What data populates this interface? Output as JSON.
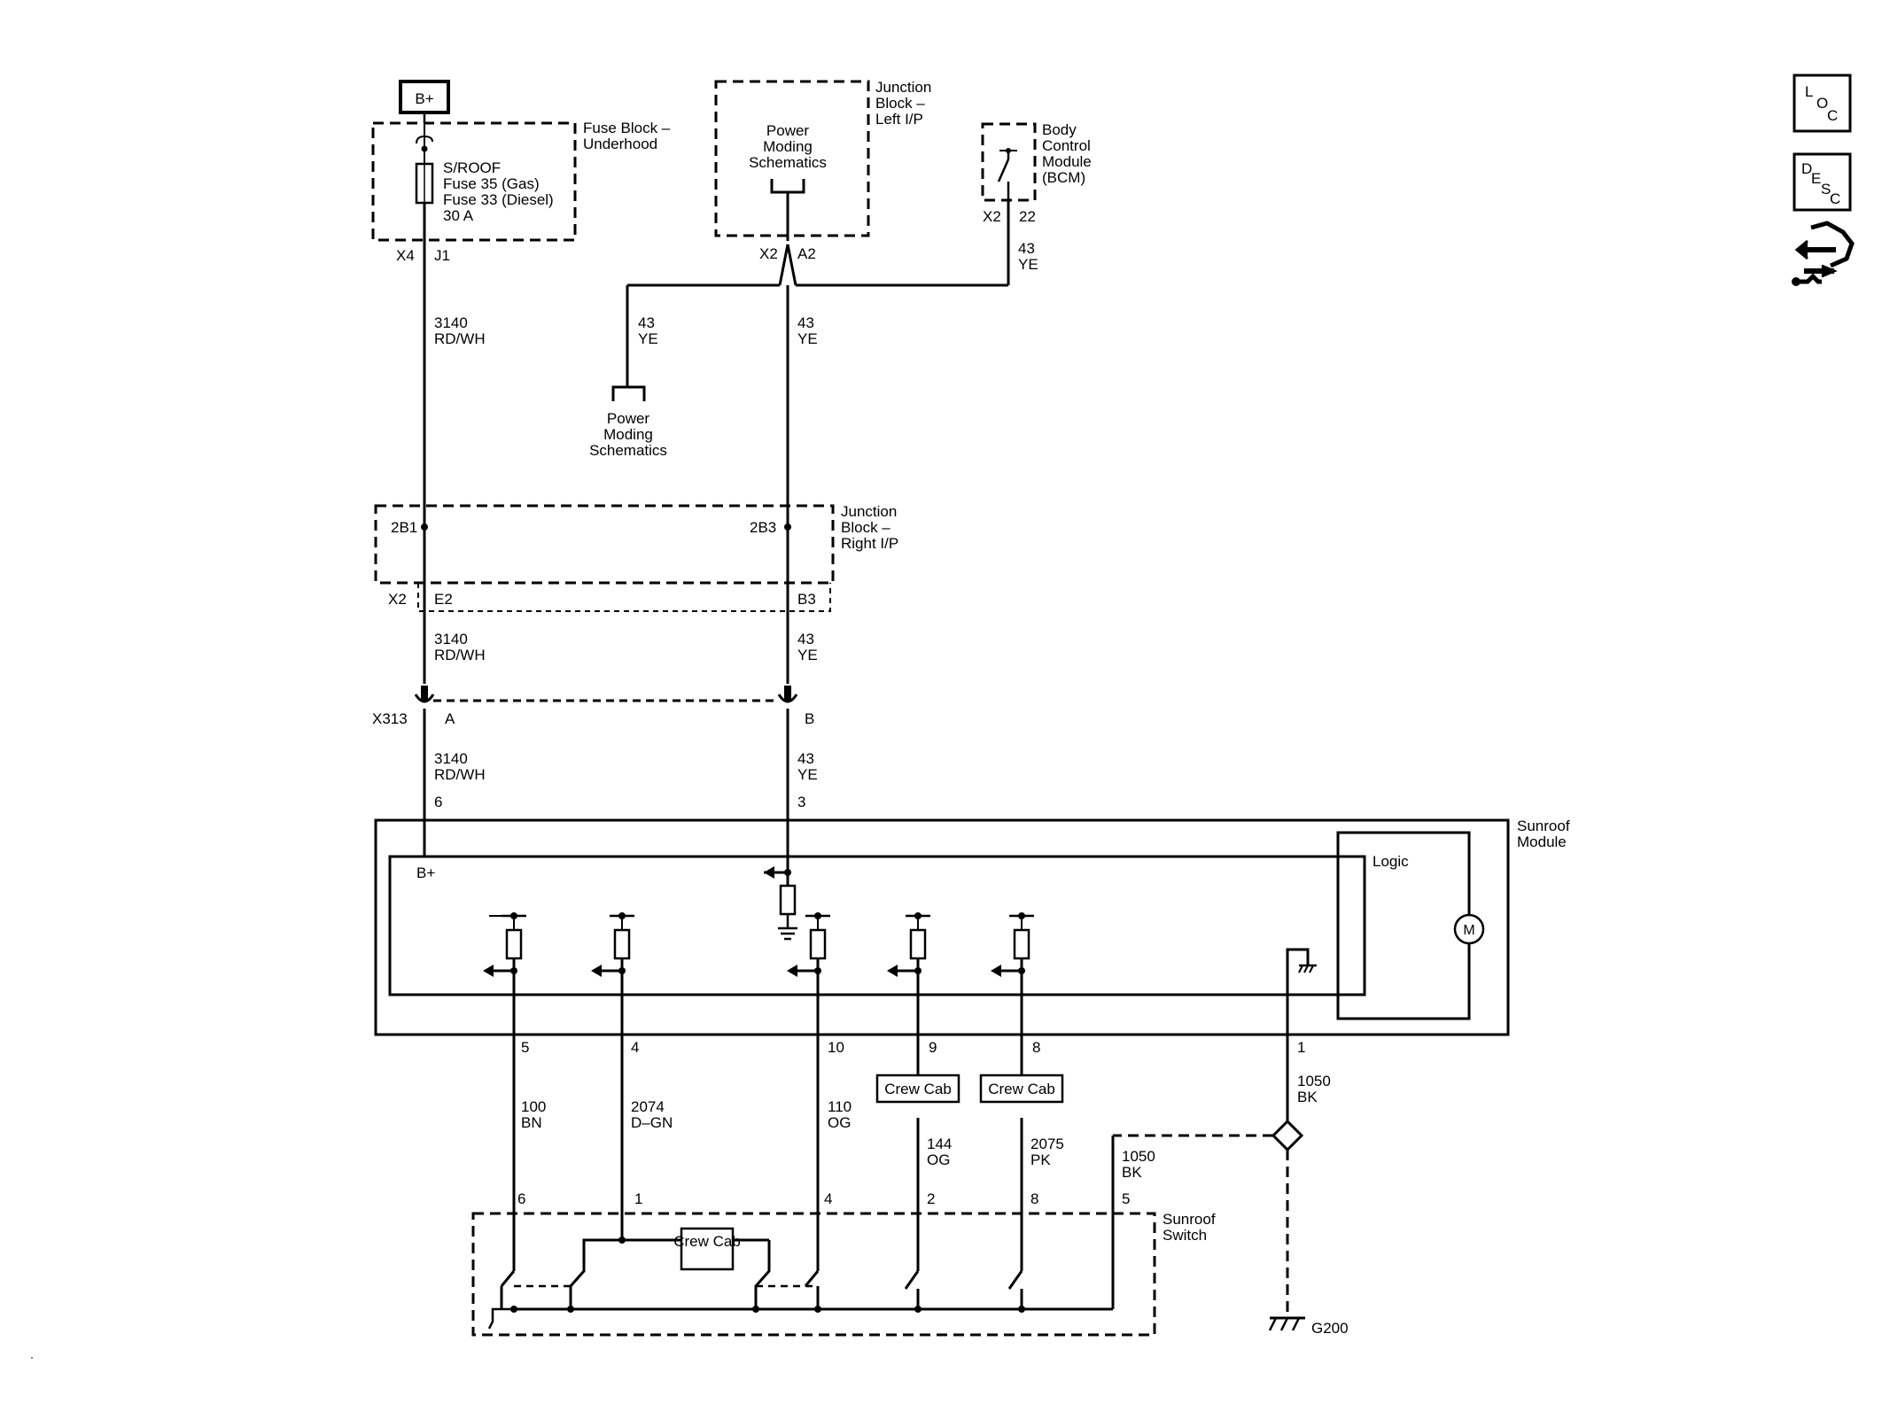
{
  "power": {
    "bplus": "B+"
  },
  "fuse_block": {
    "name": [
      "Fuse Block –",
      "Underhood"
    ],
    "fuse_text": [
      "S/ROOF",
      "Fuse 35 (Gas)",
      "Fuse 33 (Diesel)",
      "30 A"
    ],
    "conn": "X4",
    "pin": "J1"
  },
  "jb_left": {
    "name": [
      "Junction",
      "Block –",
      "Left I/P"
    ],
    "inner": [
      "Power",
      "Moding",
      "Schematics"
    ],
    "conn": "X2",
    "pin": "A2"
  },
  "bcm": {
    "name": [
      "Body",
      "Control",
      "Module",
      "(BCM)"
    ],
    "conn": "X2",
    "pin": "22"
  },
  "ref_power_moding": [
    "Power",
    "Moding",
    "Schematics"
  ],
  "jb_right": {
    "name": [
      "Junction",
      "Block –",
      "Right I/P"
    ],
    "pin_left": "2B1",
    "pin_right": "2B3",
    "conn": "X2",
    "pin_e2": "E2",
    "pin_b3": "B3"
  },
  "wires": {
    "w3140": [
      "3140",
      "RD/WH"
    ],
    "w43": [
      "43",
      "YE"
    ],
    "w100": [
      "100",
      "BN"
    ],
    "w2074": [
      "2074",
      "D–GN"
    ],
    "w110": [
      "110",
      "OG"
    ],
    "w144": [
      "144",
      "OG"
    ],
    "w2075": [
      "2075",
      "PK"
    ],
    "w1050": [
      "1050",
      "BK"
    ]
  },
  "x313": {
    "name": "X313",
    "pin_a": "A",
    "pin_b": "B"
  },
  "module": {
    "name": [
      "Sunroof",
      "Module"
    ],
    "bplus": "B+",
    "logic": "Logic",
    "motor": "M",
    "pins": {
      "p6": "6",
      "p3": "3",
      "p5": "5",
      "p4": "4",
      "p10": "10",
      "p9": "9",
      "p8": "8",
      "p1": "1"
    }
  },
  "crew_cab": [
    "Crew Cab"
  ],
  "switch": {
    "name": [
      "Sunroof",
      "Switch"
    ],
    "pins": {
      "p6": "6",
      "p1": "1",
      "p4": "4",
      "p2": "2",
      "p8": "8",
      "p5": "5"
    }
  },
  "ground": "G200",
  "icons": {
    "loc": [
      "L",
      "O",
      "C"
    ],
    "desc": [
      "D",
      "E",
      "S",
      "C"
    ]
  }
}
